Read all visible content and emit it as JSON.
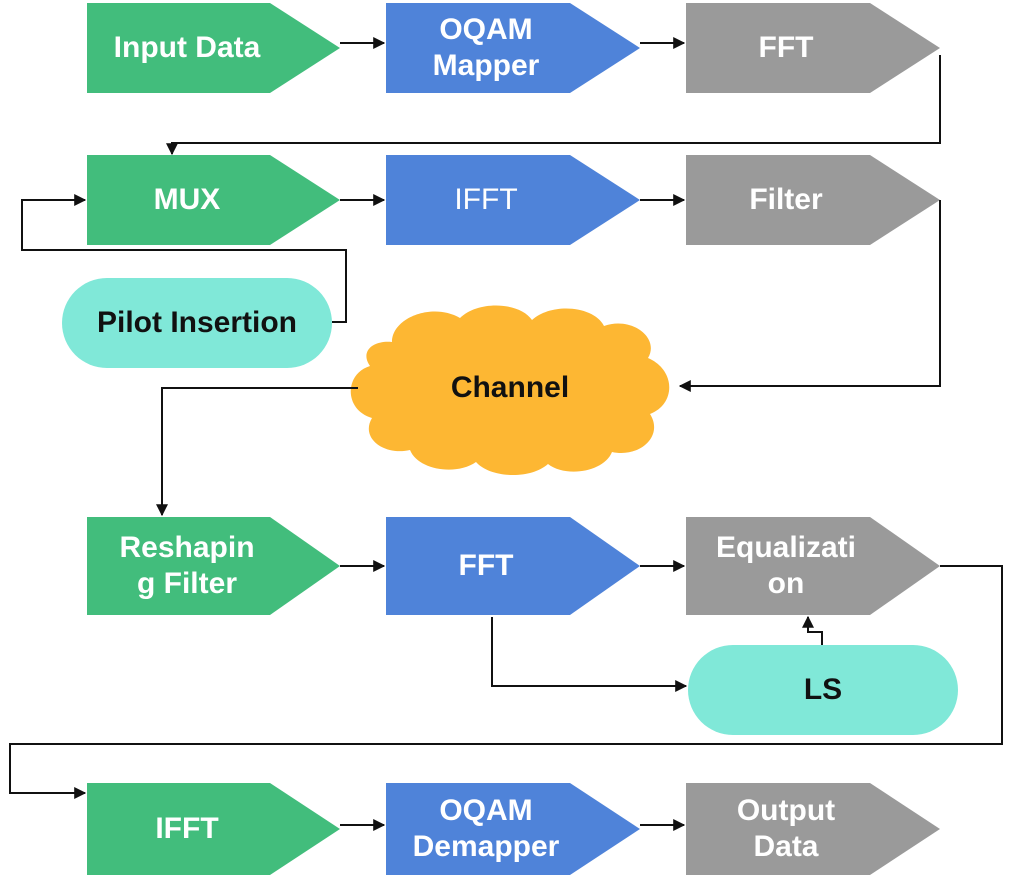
{
  "colors": {
    "green": "#42bd7c",
    "blue": "#4f83d9",
    "gray": "#9a9a9a",
    "teal": "#80e8d8",
    "orange": "#fdb733",
    "line": "#111111"
  },
  "blocks": {
    "input_data": "Input Data",
    "oqam_mapper": "OQAM\nMapper",
    "fft_1": "FFT",
    "mux": "MUX",
    "ifft_1": "IFFT",
    "filter": "Filter",
    "pilot_insertion": "Pilot Insertion",
    "channel": "Channel",
    "reshaping_filter": "Reshapin\ng Filter",
    "fft_2": "FFT",
    "equalization": "Equalizati\non",
    "ls": "LS",
    "ifft_2": "IFFT",
    "oqam_demapper": "OQAM\nDemapper",
    "output_data": "Output\nData"
  }
}
